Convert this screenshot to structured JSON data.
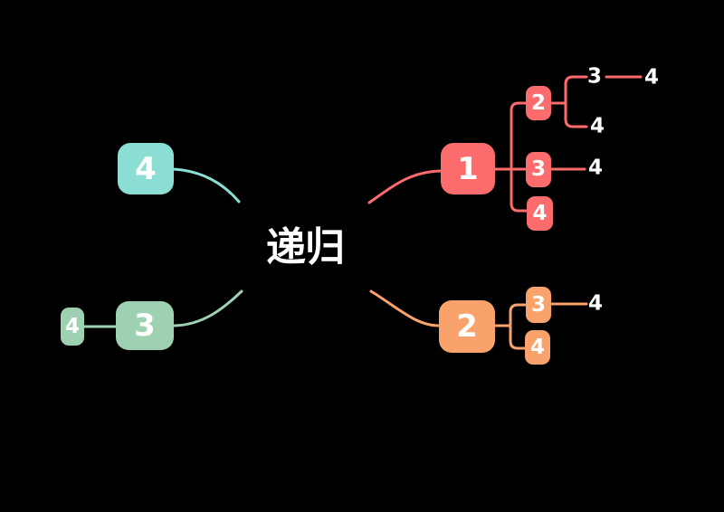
{
  "colors": {
    "background": "#000000",
    "red": "#FC6C6C",
    "orange": "#FAA26B",
    "teal": "#8ADED3",
    "green": "#9DD1B1",
    "text": "#FFFFFF"
  },
  "mindmap": {
    "root": "递归",
    "right": [
      {
        "label": "1",
        "color": "#FC6C6C",
        "children": [
          {
            "label": "2",
            "children": [
              {
                "label": "3",
                "children": [
                  {
                    "label": "4"
                  }
                ]
              },
              {
                "label": "4"
              }
            ]
          },
          {
            "label": "3",
            "children": [
              {
                "label": "4"
              }
            ]
          },
          {
            "label": "4"
          }
        ]
      },
      {
        "label": "2",
        "color": "#FAA26B",
        "children": [
          {
            "label": "3",
            "children": [
              {
                "label": "4"
              }
            ]
          },
          {
            "label": "4"
          }
        ]
      }
    ],
    "left": [
      {
        "label": "4",
        "color": "#8ADED3"
      },
      {
        "label": "3",
        "color": "#9DD1B1",
        "children": [
          {
            "label": "4"
          }
        ]
      }
    ]
  }
}
